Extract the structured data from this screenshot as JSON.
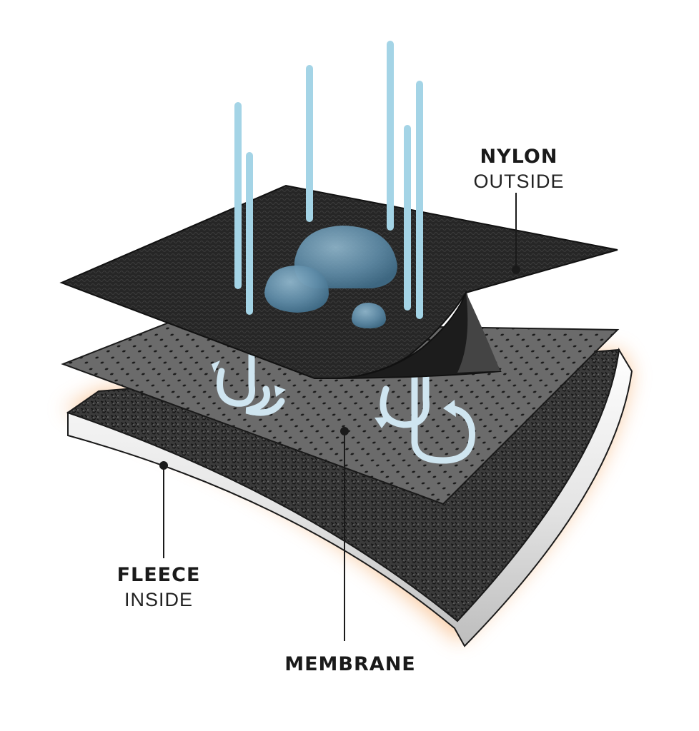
{
  "labels": {
    "nylon": {
      "title": "NYLON",
      "subtitle": "OUTSIDE"
    },
    "fleece": {
      "title": "FLEECE",
      "subtitle": "INSIDE"
    },
    "membrane": {
      "title": "MEMBRANE"
    }
  },
  "colors": {
    "nylon_layer": "#2a2a2a",
    "membrane_layer": "#6e6e6e",
    "fleece_layer": "#3a3a3a",
    "fleece_edge": "#e8e8e8",
    "warm_glow": "#f2a15c",
    "rain": "#9fd3e6",
    "droplet": "#6f9bb5",
    "vapor_arrow": "#cde4ef",
    "leader_line": "#1a1a1a"
  },
  "icons": [
    "rain-streak-icon",
    "water-droplet-icon",
    "vapor-arrow-icon"
  ]
}
